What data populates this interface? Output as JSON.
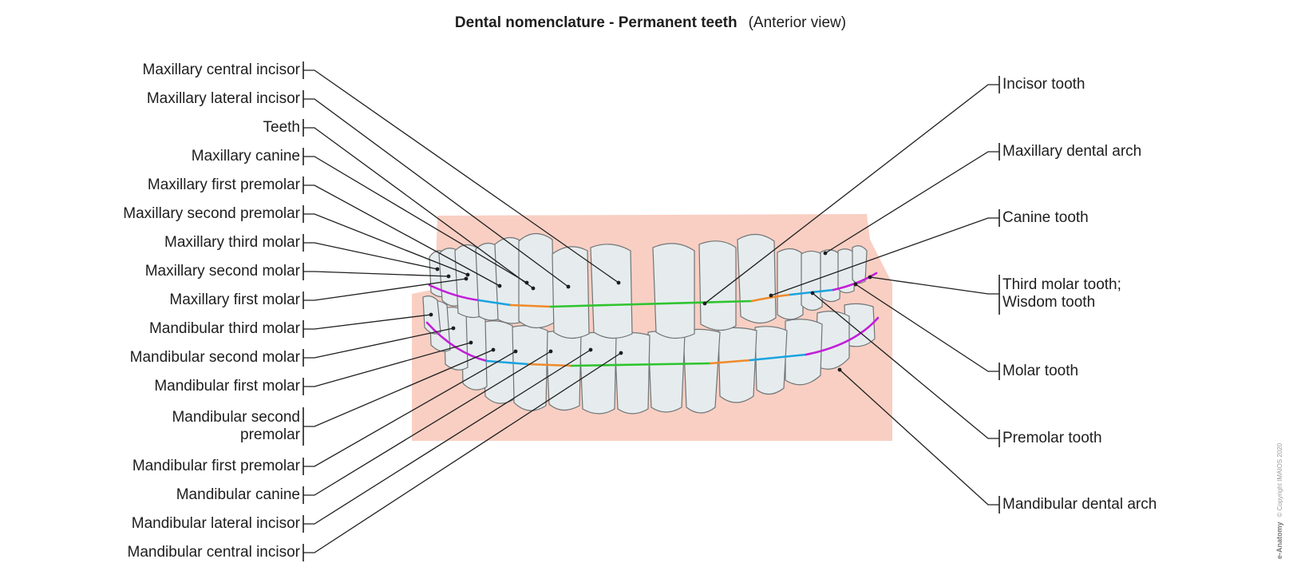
{
  "title": "Dental nomenclature - Permanent teeth",
  "subtitle": "(Anterior view)",
  "left_labels": [
    "Maxillary central incisor",
    "Maxillary lateral incisor",
    "Teeth",
    "Maxillary canine",
    "Maxillary first premolar",
    "Maxillary second premolar",
    "Maxillary third molar",
    "Maxillary second molar",
    "Maxillary first molar",
    "Mandibular third molar",
    "Mandibular second molar",
    "Mandibular first molar",
    "Mandibular second\npremolar",
    "Mandibular first premolar",
    "Mandibular canine",
    "Mandibular lateral incisor",
    "Mandibular central incisor"
  ],
  "right_labels": [
    "Incisor tooth",
    "Maxillary dental arch",
    "Canine tooth",
    "Third molar tooth;\nWisdom tooth",
    "Molar tooth",
    "Premolar tooth",
    "Mandibular dental arch"
  ],
  "watermark": {
    "brand": "e-Anatomy",
    "copyright": "© Copyright IMAIOS 2020"
  },
  "colors": {
    "gum": "#f9cfc3",
    "tooth_fill": "#e6eced",
    "tooth_stroke": "#6f7577",
    "incisor_line": "#2ec42e",
    "canine_line": "#f08a2a",
    "premolar_line": "#1aa3e0",
    "molar_line": "#c31fd8",
    "leader": "#1e1e1e"
  }
}
